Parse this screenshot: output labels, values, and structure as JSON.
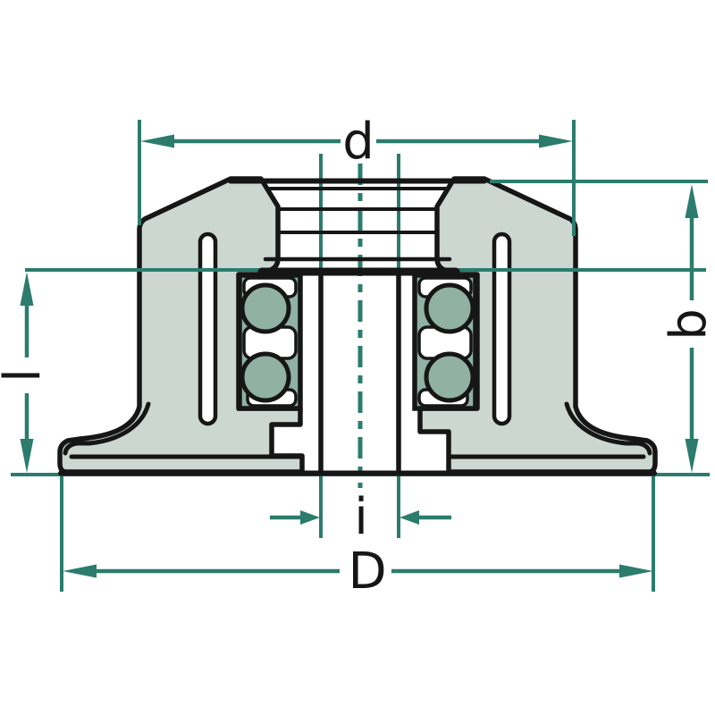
{
  "diagram": {
    "labels": {
      "top_width": "d",
      "right_height": "b",
      "left_height": "l",
      "bore_width": "i",
      "total_width": "D"
    },
    "colors": {
      "dimension": "#2b7c6c",
      "outline": "#161616",
      "housing": "#cdd7d2",
      "bearing": "#90b1a4",
      "background": "#ffffff"
    }
  }
}
